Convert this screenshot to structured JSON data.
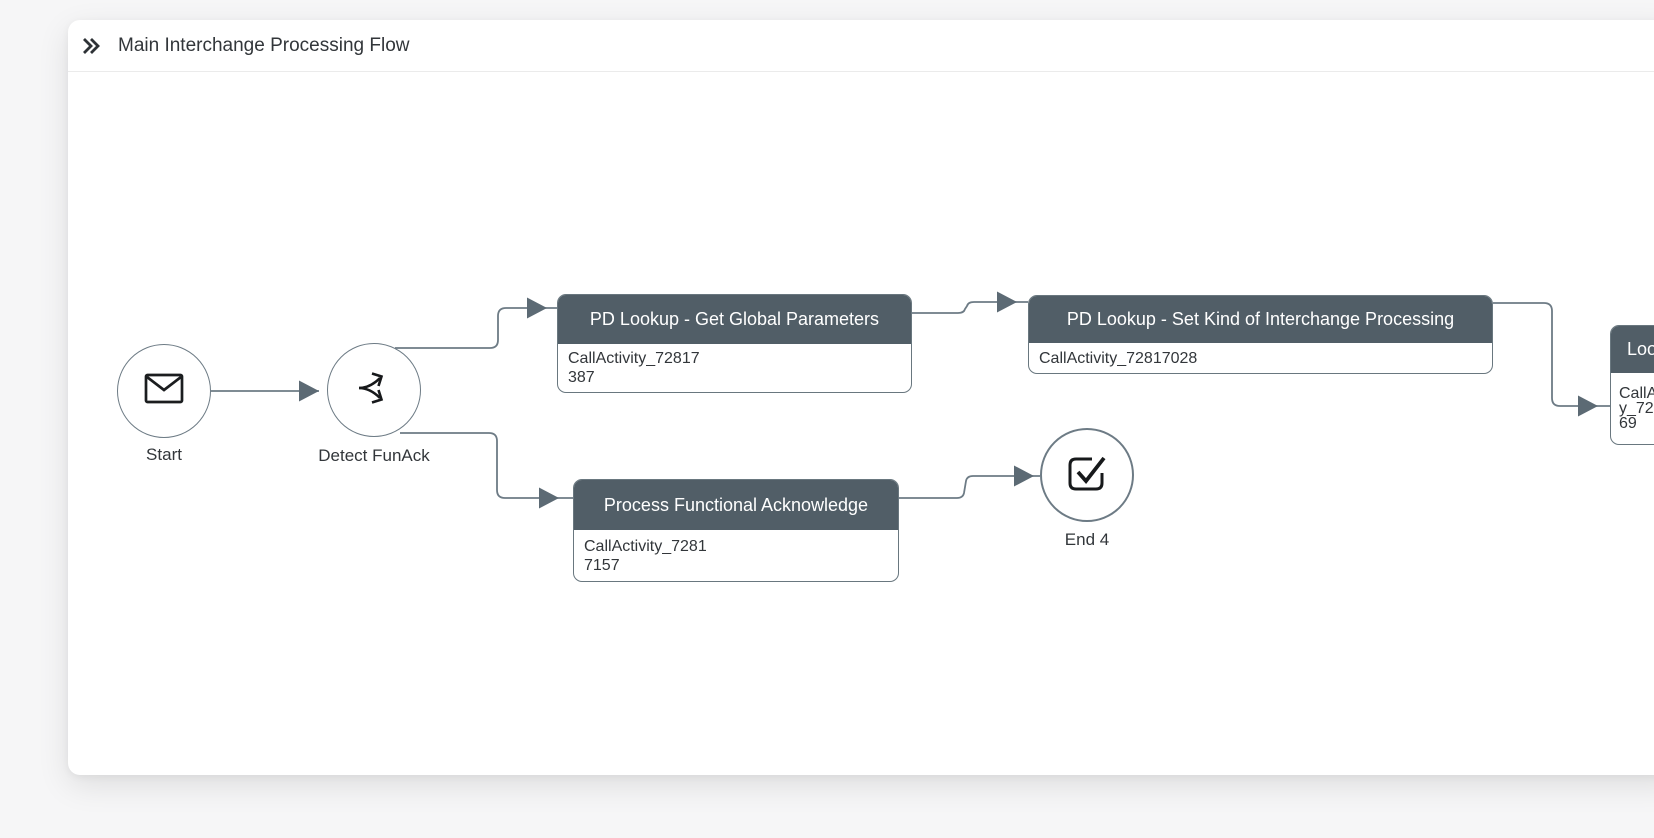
{
  "panel": {
    "title": "Main Interchange Processing Flow"
  },
  "diagram": {
    "start": {
      "label": "Start"
    },
    "gateway": {
      "label": "Detect FunAck"
    },
    "tasks": [
      {
        "title": "PD Lookup - Get Global Parameters",
        "lines": [
          "CallActivity_72817",
          "387"
        ]
      },
      {
        "title": "PD Lookup - Set Kind of Interchange Processing",
        "lines": [
          "CallActivity_72817028"
        ]
      },
      {
        "title": "Process Functional Acknowledge",
        "lines": [
          "CallActivity_7281",
          "7157"
        ]
      },
      {
        "title": "Loo",
        "lines": [
          "CallA",
          "y_72",
          "69"
        ]
      }
    ],
    "end": {
      "label": "End 4"
    }
  },
  "icons": {
    "header": "double-chevron-right-icon",
    "start": "message-envelope-icon",
    "gateway": "branch-split-icon",
    "end": "check-square-icon"
  },
  "colors": {
    "task_header_bg": "#515e67",
    "task_header_text": "#ffffff",
    "shape_border": "#6d7b85",
    "flow_line": "#6d7b85",
    "arrowhead": "#5c6a74",
    "text": "#32363a",
    "panel_bg": "#ffffff",
    "page_bg": "#f6f6f7"
  }
}
